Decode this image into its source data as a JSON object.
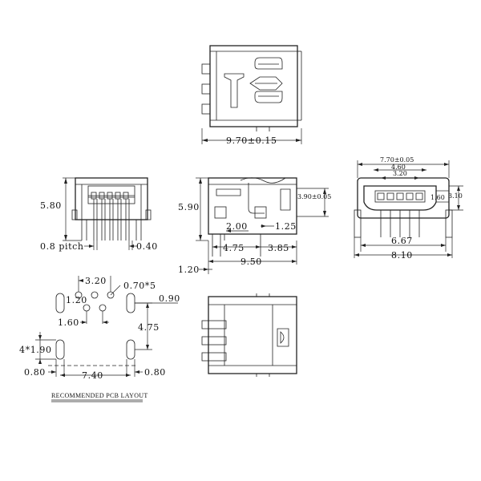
{
  "top_view": {
    "width_dim": "9.70±0.15"
  },
  "front_view": {
    "height_dim": "5.80",
    "pitch_dim": "0.8 pitch",
    "pin_width_dim": "0.40"
  },
  "side_view": {
    "height_dim": "5.90",
    "tab_dim": "3.90±0.05",
    "dim_200": "2.00",
    "dim_125": "1.25",
    "dim_475": "4.75",
    "dim_385": "3.85",
    "dim_950": "9.50",
    "dim_120": "1.20"
  },
  "end_view": {
    "outer_width_dim": "7.70±0.05",
    "dim_460": "4.60",
    "dim_320": "3.20",
    "dim_160": "1.60",
    "dim_310": "3.10",
    "dim_667": "6.67",
    "dim_810": "8.10"
  },
  "pcb_layout": {
    "dim_320": "3.20",
    "hole_dim": "0.70*5",
    "dim_120": "1.20",
    "dim_090": "0.90",
    "dim_160": "1.60",
    "dim_475": "4.75",
    "slot_dim": "4*1.90",
    "dim_080_left": "0.80",
    "dim_740": "7.40",
    "dim_080_right": "0.80",
    "caption": "RECOMMENDED PCB LAYOUT"
  }
}
